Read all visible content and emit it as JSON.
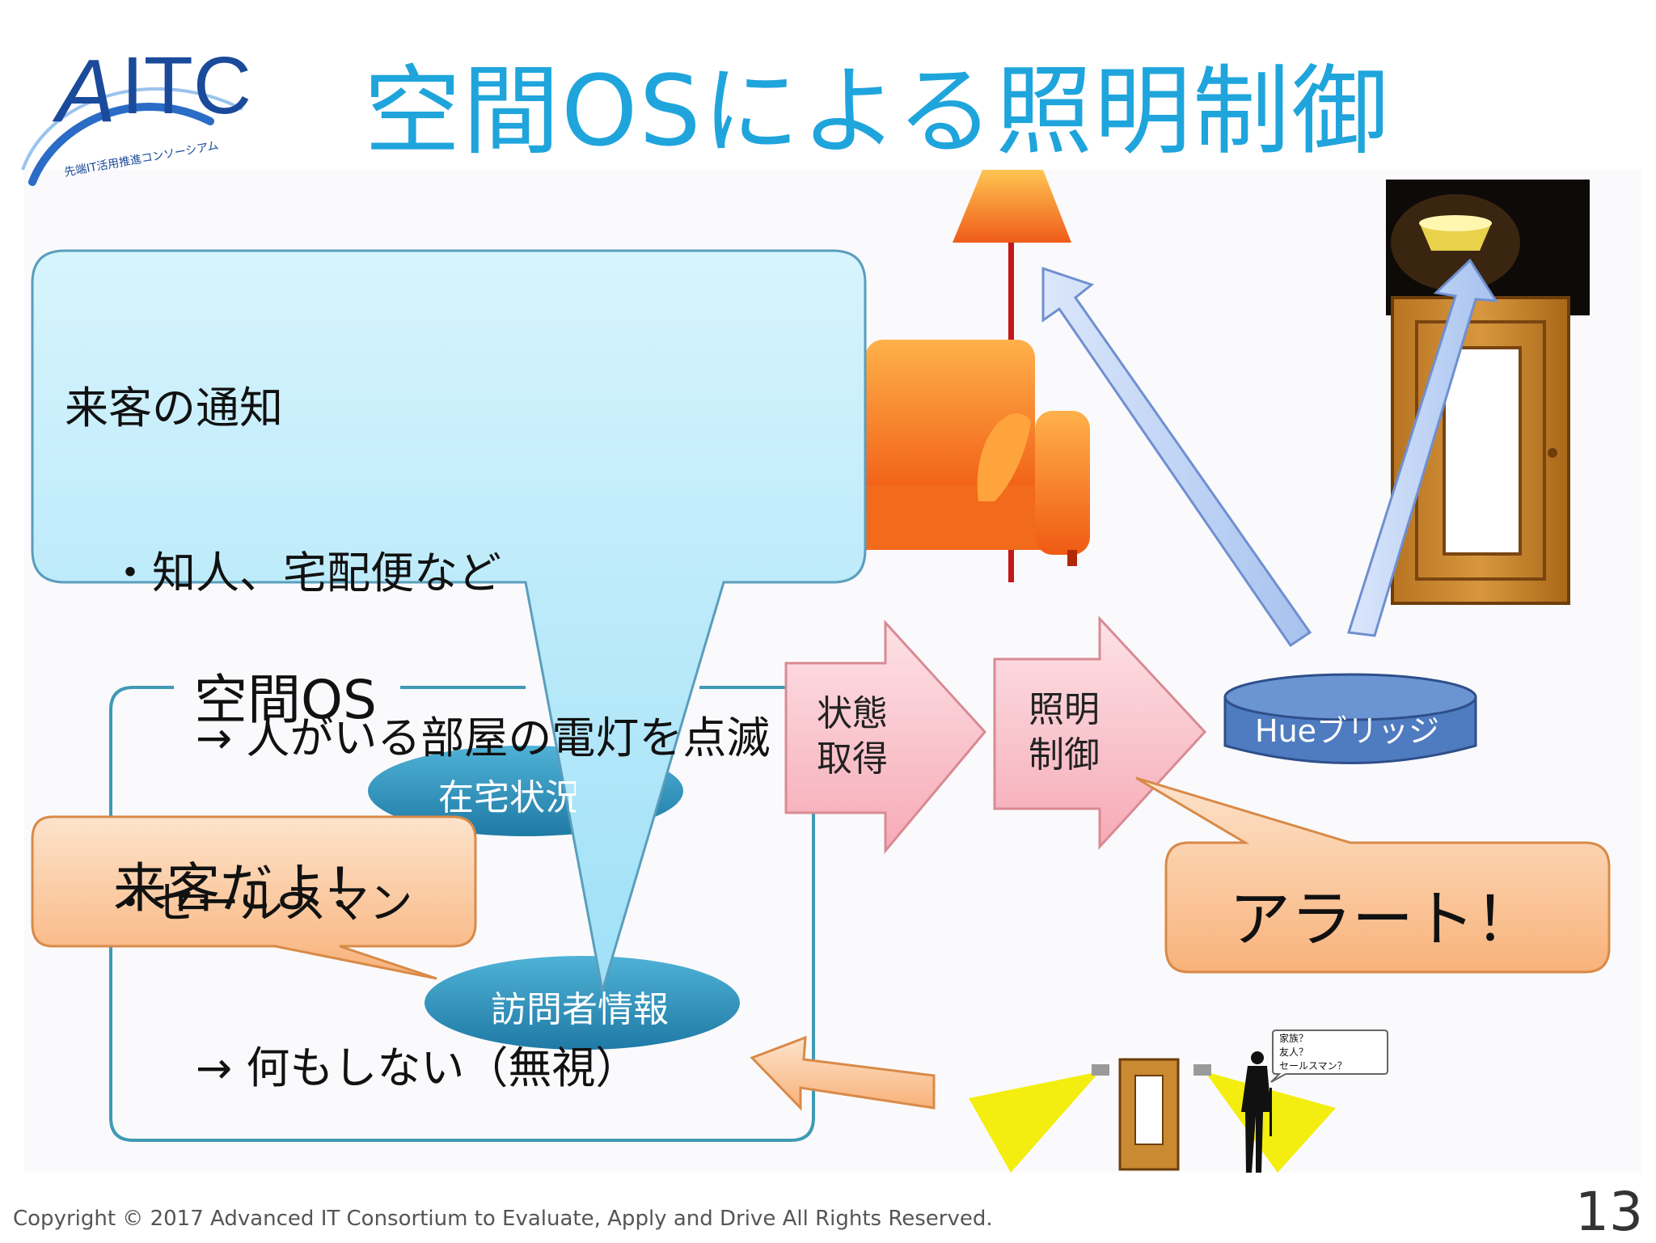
{
  "title": "空間OSによる照明制御",
  "logo": {
    "text": "AITC",
    "subtitle": "先端IT活用推進コンソーシアム"
  },
  "callout": {
    "lines": [
      "来客の通知",
      "　・知人、宅配便など",
      "　　　→ 人がいる部屋の電灯を点滅",
      "　・セールスマン",
      "　　　→ 何もしない（無視）"
    ]
  },
  "space_os": {
    "label": "空間OS",
    "home_status": "在宅状況",
    "visitor_info": "訪問者情報"
  },
  "visitor_bubble": "来客だよ！",
  "flow": {
    "step1": "状態\n取得",
    "step2": "照明\n制御"
  },
  "hue_bridge": "Hueブリッジ",
  "alert_bubble": "アラート！",
  "camera_bubble": "家族？\n友人？\nセールスマン？",
  "colors": {
    "title": "#1fa5dc",
    "callout_fill": "#c6eefc",
    "pill": "#2f8fb5",
    "pink_arrow": "#f9c6cd",
    "orange_bubble": "#fcc79a",
    "hue": "#4f7cc0"
  },
  "footer": {
    "copyright": "Copyright © 2017 Advanced IT Consortium to Evaluate, Apply and Drive All Rights Reserved.",
    "page": "13"
  }
}
